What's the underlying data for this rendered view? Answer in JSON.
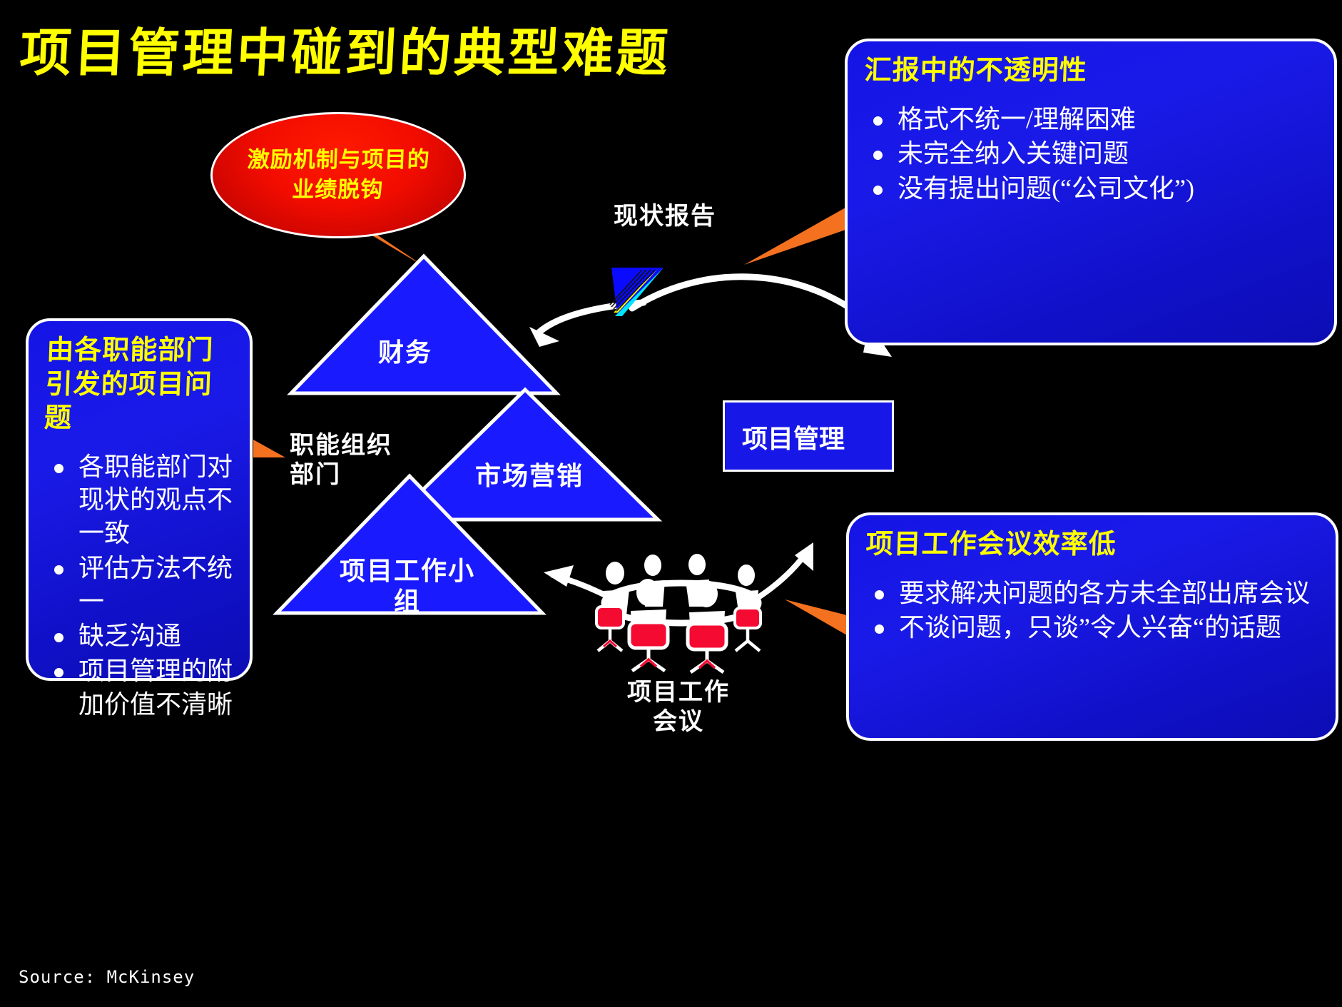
{
  "title": "项目管理中碰到的典型难题",
  "source": "Source: McKinsey",
  "colors": {
    "background": "#000000",
    "title_yellow": "#ffff00",
    "box_blue": "#1717e8",
    "box_border": "#ffffff",
    "ellipse_red": "#f20c00",
    "connector_orange": "#f4711f",
    "triangle_blue": "#1a1aff",
    "chair_red": "#f50a32"
  },
  "ellipse": {
    "line1": "激励机制与项目的",
    "line2": "业绩脱钩"
  },
  "box_left": {
    "header": "由各职能部门引发的项目问题",
    "bullets": [
      "各职能部门对现状的观点不一致",
      "评估方法不统一",
      "缺乏沟通",
      "项目管理的附加价值不清晰"
    ]
  },
  "box_top_right": {
    "header": "汇报中的不透明性",
    "bullets": [
      "格式不统一/理解困难",
      "未完全纳入关键问题",
      "没有提出问题(“公司文化”)"
    ]
  },
  "box_bottom_right": {
    "header": "项目工作会议效率低",
    "bullets": [
      "要求解决问题的各方未全部出席会议",
      "不谈问题，只谈”令人兴奋“的话题"
    ]
  },
  "rect_pm": {
    "label": "项目管理"
  },
  "triangles": [
    {
      "id": "finance",
      "label": "财务"
    },
    {
      "id": "marketing",
      "label": "市场营销"
    },
    {
      "id": "team",
      "label": "项目工作小\n组"
    }
  ],
  "labels": {
    "functional_org": "职能组织\n部门",
    "status_report": "现状报告",
    "project_meeting": "项目工作\n会议"
  },
  "icons": {
    "prism": "prism-icon",
    "meeting": "meeting-people-icon"
  }
}
